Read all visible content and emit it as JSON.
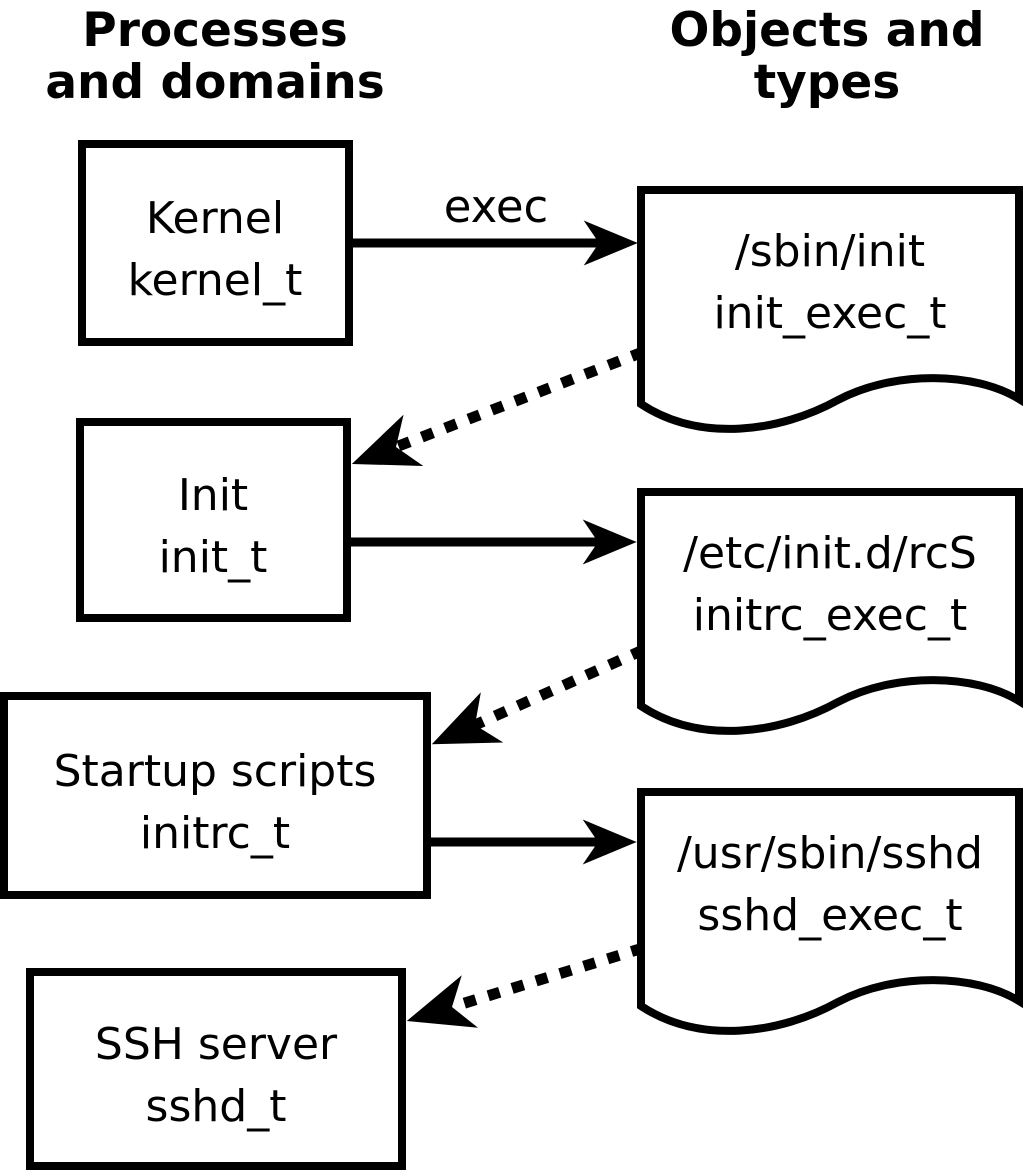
{
  "diagram": {
    "left_column_heading": {
      "line1": "Processes",
      "line2": "and domains"
    },
    "right_column_heading": {
      "line1": "Objects and",
      "line2": "types"
    },
    "colors": {
      "ink": "#000000",
      "background": "#ffffff"
    },
    "processes": [
      {
        "label": "Kernel",
        "type": "kernel_t"
      },
      {
        "label": "Init",
        "type": "init_t"
      },
      {
        "label": "Startup scripts",
        "type": "initrc_t"
      },
      {
        "label": "SSH server",
        "type": "sshd_t"
      }
    ],
    "objects": [
      {
        "label": "/sbin/init",
        "type": "init_exec_t"
      },
      {
        "label": "/etc/init.d/rcS",
        "type": "initrc_exec_t"
      },
      {
        "label": "/usr/sbin/sshd",
        "type": "sshd_exec_t"
      }
    ],
    "arrows": {
      "exec_label": "exec",
      "solid": [
        {
          "from": "kernel_t",
          "to": "init_exec_t",
          "label": "exec"
        },
        {
          "from": "init_t",
          "to": "initrc_exec_t",
          "label": ""
        },
        {
          "from": "initrc_t",
          "to": "sshd_exec_t",
          "label": ""
        }
      ],
      "dotted": [
        {
          "from": "init_exec_t",
          "to": "init_t"
        },
        {
          "from": "initrc_exec_t",
          "to": "initrc_t"
        },
        {
          "from": "sshd_exec_t",
          "to": "sshd_t"
        }
      ]
    }
  }
}
